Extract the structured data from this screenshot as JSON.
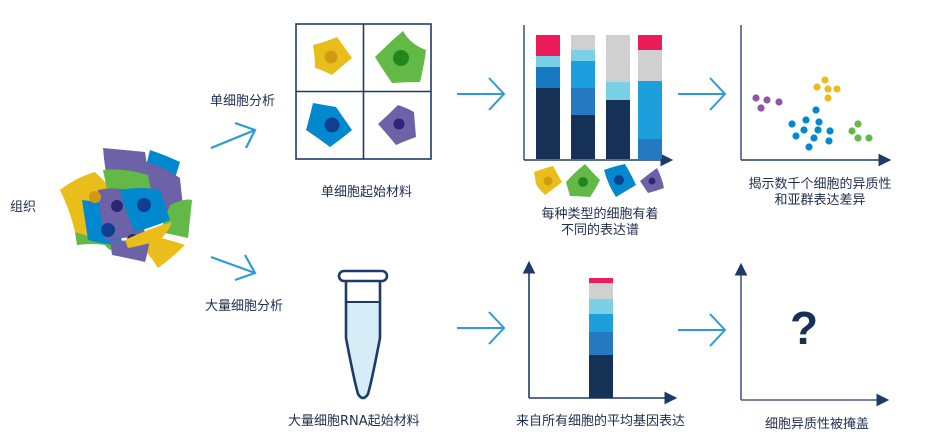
{
  "labels": {
    "tissue": "组织",
    "single_cell_analysis": "单细胞分析",
    "bulk_analysis": "大量细胞分析",
    "single_cell_material": "单细胞起始材料",
    "cell_types_caption_line1": "每种类型的细胞有着",
    "cell_types_caption_line2": "不同的表达谱",
    "heterogeneity_caption_line1": "揭示数千个细胞的异质性",
    "heterogeneity_caption_line2": "和亚群表达差异",
    "bulk_material": "大量细胞RNA起始材料",
    "average_expression": "来自所有细胞的平均基因表达",
    "masked": "细胞异质性被掩盖",
    "question_mark": "?"
  },
  "colors": {
    "dark_navy": "#163156",
    "mid_blue": "#2479c0",
    "bright_blue": "#1c9fdc",
    "light_blue": "#7ad0e6",
    "grey": "#d0d0d0",
    "red": "#ec1c5b",
    "yellow": "#e9be1a",
    "green": "#63b946",
    "purple": "#6d62a8",
    "arrow": "#2e9ad6"
  },
  "chart_data": [
    {
      "type": "bar",
      "title": "每种类型的细胞有着不同的表达谱",
      "stacked": true,
      "categories": [
        "yellow cell",
        "green cell",
        "blue cell",
        "purple cell"
      ],
      "series": [
        {
          "name": "dark navy",
          "values": [
            57,
            35,
            47,
            0
          ]
        },
        {
          "name": "mid blue",
          "values": [
            17,
            22,
            0,
            16
          ]
        },
        {
          "name": "bright blue",
          "values": [
            0,
            22,
            0,
            47
          ]
        },
        {
          "name": "light blue",
          "values": [
            9,
            9,
            15,
            0
          ]
        },
        {
          "name": "grey",
          "values": [
            0,
            12,
            38,
            25
          ]
        },
        {
          "name": "red",
          "values": [
            17,
            0,
            0,
            12
          ]
        }
      ],
      "xlabel": "",
      "ylabel": "",
      "ylim": [
        0,
        100
      ]
    },
    {
      "type": "scatter",
      "title": "揭示数千个细胞的异质性和亚群表达差异",
      "series": [
        {
          "name": "purple",
          "points": [
            [
              756,
              98
            ],
            [
              767,
              100
            ],
            [
              779,
              102
            ],
            [
              761,
              108
            ]
          ]
        },
        {
          "name": "yellow",
          "points": [
            [
              825,
              80
            ],
            [
              817,
              87
            ],
            [
              828,
              89
            ],
            [
              837,
              89
            ],
            [
              828,
              98
            ]
          ]
        },
        {
          "name": "blue",
          "points": [
            [
              816,
              110
            ],
            [
              806,
              120
            ],
            [
              819,
              122
            ],
            [
              792,
              124
            ],
            [
              804,
              130
            ],
            [
              818,
              130
            ],
            [
              830,
              131
            ],
            [
              796,
              136
            ],
            [
              814,
              138
            ],
            [
              829,
              141
            ],
            [
              809,
              147
            ]
          ]
        },
        {
          "name": "green",
          "points": [
            [
              858,
              124
            ],
            [
              852,
              131
            ],
            [
              858,
              138
            ],
            [
              869,
              138
            ]
          ]
        }
      ]
    },
    {
      "type": "bar",
      "title": "来自所有细胞的平均基因表达",
      "stacked": true,
      "categories": [
        "bulk"
      ],
      "series": [
        {
          "name": "dark navy",
          "values": [
            36
          ]
        },
        {
          "name": "mid blue",
          "values": [
            19
          ]
        },
        {
          "name": "bright blue",
          "values": [
            15
          ]
        },
        {
          "name": "light blue",
          "values": [
            13
          ]
        },
        {
          "name": "grey",
          "values": [
            13
          ]
        },
        {
          "name": "red",
          "values": [
            4
          ]
        }
      ],
      "ylim": [
        0,
        100
      ]
    }
  ]
}
